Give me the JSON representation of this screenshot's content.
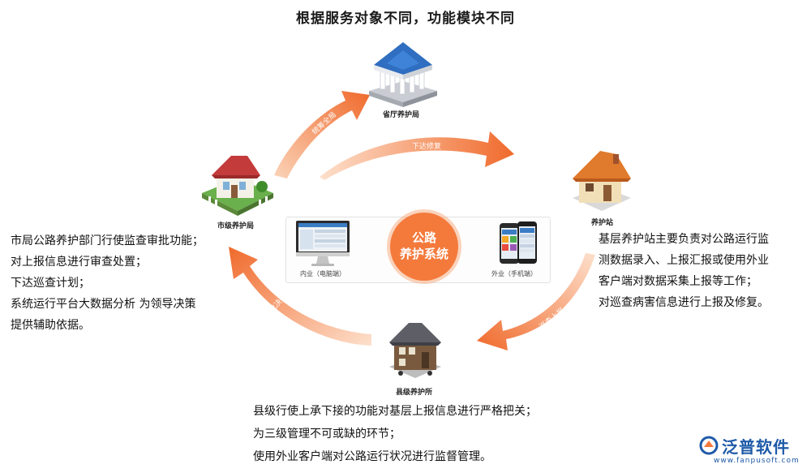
{
  "title": "根据服务对象不同，功能模块不同",
  "nodes": {
    "province": "省厅养护局",
    "city": "市级养护局",
    "station": "养护站",
    "county": "县级养护所"
  },
  "arrows": {
    "coordinate": "统筹全局",
    "dispatch": "下达修复",
    "report": "巡查上报",
    "approve": "审批决策"
  },
  "center": {
    "title_line1": "公路",
    "title_line2": "养护系统",
    "pc_label": "内业（电脑端）",
    "mobile_label": "外业（手机端）"
  },
  "descriptions": {
    "city": [
      "市局公路养护部门行使监查审批功能；",
      "对上报信息进行审查处置；",
      "下达巡查计划；",
      "系统运行平台大数据分析 为领导决策",
      "提供辅助依据。"
    ],
    "station": [
      "基层养护站主要负责对公路运行监",
      "测数据录入、上报汇报或使用外业",
      "客户端对数据采集上报等工作；",
      "对巡查病害信息进行上报及修复。"
    ],
    "county": [
      "县级行使上承下接的功能对基层上报信息进行严格把关；",
      "为三级管理不可或缺的环节；",
      "使用外业客户端对公路运行状况进行监督管理。"
    ]
  },
  "brand": {
    "name": "泛普软件",
    "url": "www.fanpusoft.com"
  },
  "colors": {
    "arrow": "#f07b3f",
    "center_circle": "#f47a3c",
    "brand": "#1e5aa8"
  }
}
